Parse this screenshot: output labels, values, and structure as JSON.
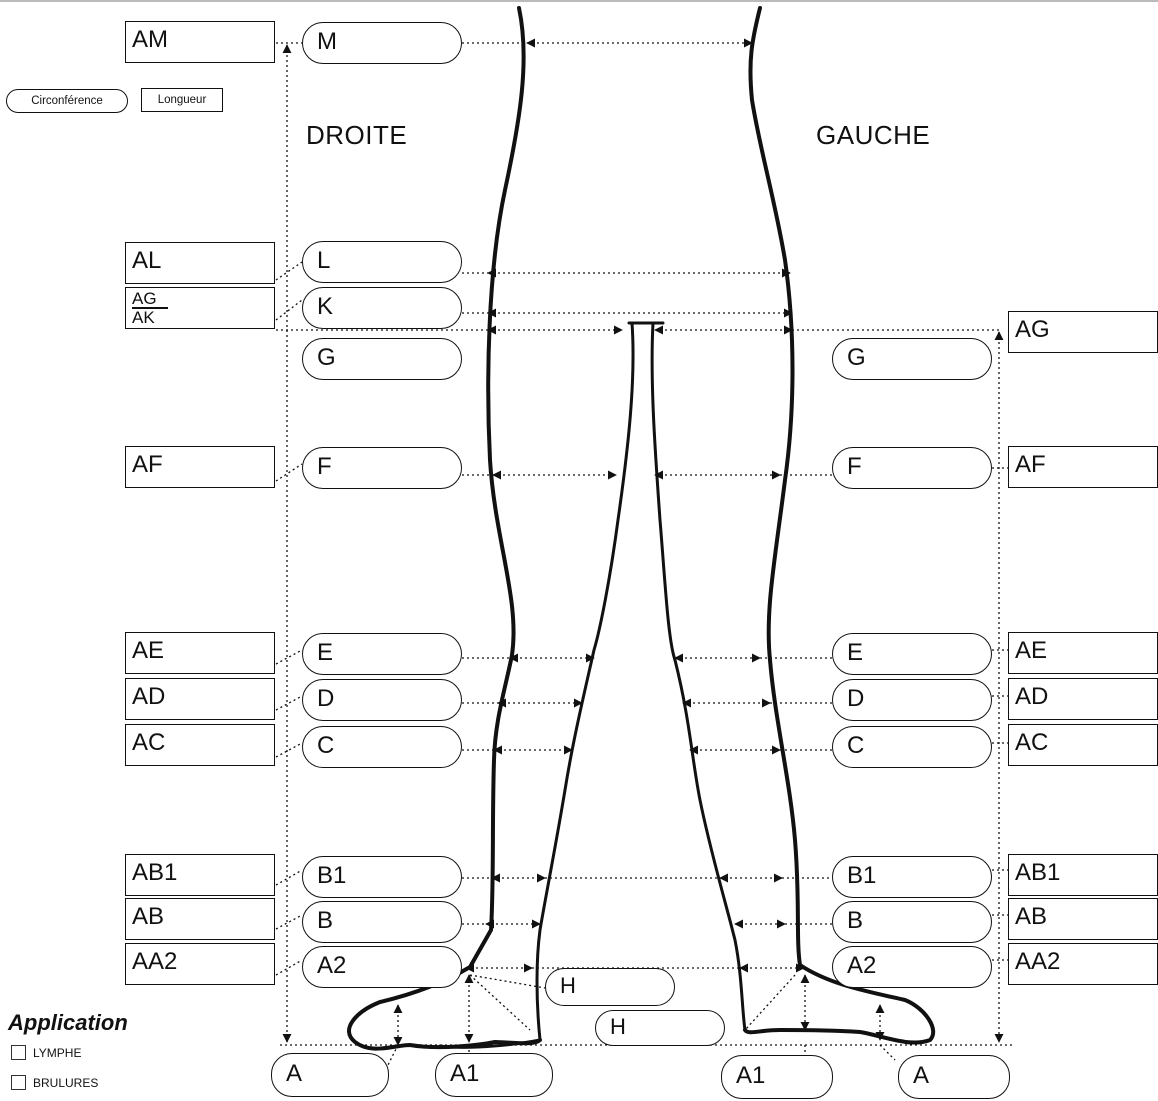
{
  "legend": {
    "circumference": "Circonférence",
    "length": "Longueur"
  },
  "sides": {
    "right": "DROITE",
    "left": "GAUCHE"
  },
  "length_boxes": {
    "right": [
      "AM",
      "AL",
      "AF",
      "AE",
      "AD",
      "AC",
      "AB1",
      "AB",
      "AA2"
    ],
    "right_fraction": {
      "top": "AG",
      "bottom": "AK"
    },
    "left": [
      "AG",
      "AF",
      "AE",
      "AD",
      "AC",
      "AB1",
      "AB",
      "AA2"
    ]
  },
  "circumference_pills": {
    "right": [
      "M",
      "L",
      "K",
      "G",
      "F",
      "E",
      "D",
      "C",
      "B1",
      "B",
      "A2"
    ],
    "left": [
      "G",
      "F",
      "E",
      "D",
      "C",
      "B1",
      "B",
      "A2"
    ],
    "foot_right": [
      "A",
      "A1"
    ],
    "foot_left": [
      "A1",
      "A"
    ],
    "inner": [
      "H",
      "H"
    ]
  },
  "application": {
    "title": "Application",
    "options": [
      "LYMPHE",
      "BRULURES"
    ]
  }
}
